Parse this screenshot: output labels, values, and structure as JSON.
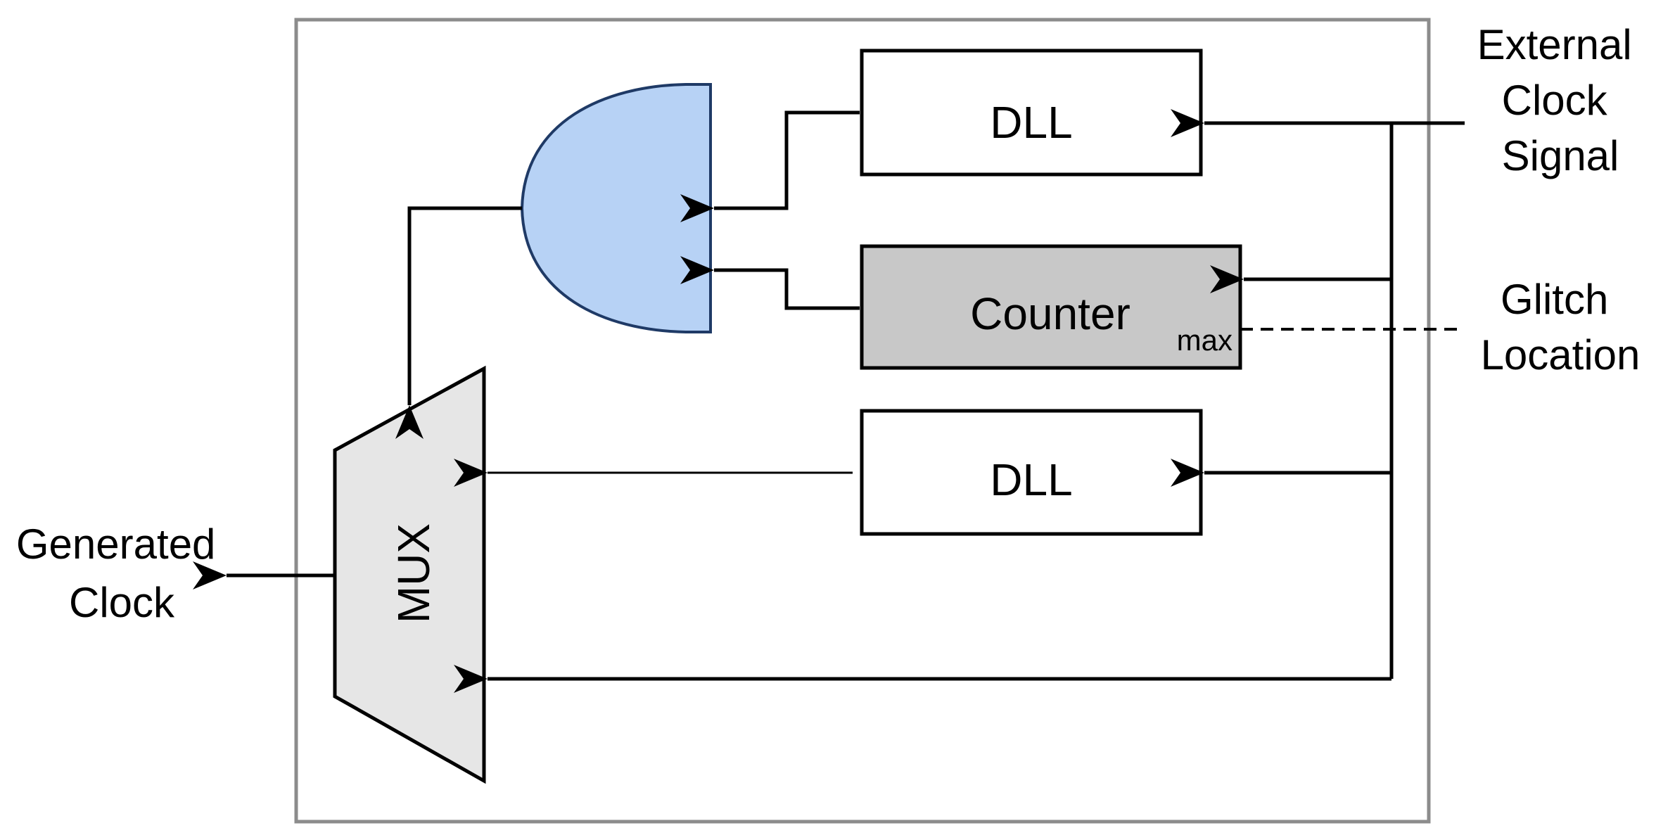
{
  "blocks": {
    "dll_top": {
      "label": "DLL"
    },
    "counter": {
      "label": "Counter",
      "port_label": "max"
    },
    "dll_bottom": {
      "label": "DLL"
    },
    "mux": {
      "label": "MUX"
    }
  },
  "labels": {
    "external_clock": [
      "External",
      "Clock",
      "Signal"
    ],
    "glitch_location": [
      "Glitch",
      "Location"
    ],
    "generated_clock": [
      "Generated",
      "Clock"
    ]
  },
  "colors": {
    "frame": "#8c8c8c",
    "and_gate_fill": "#b7d2f5",
    "counter_fill": "#c8c8c8",
    "mux_fill": "#e6e6e6",
    "line": "#000000"
  }
}
